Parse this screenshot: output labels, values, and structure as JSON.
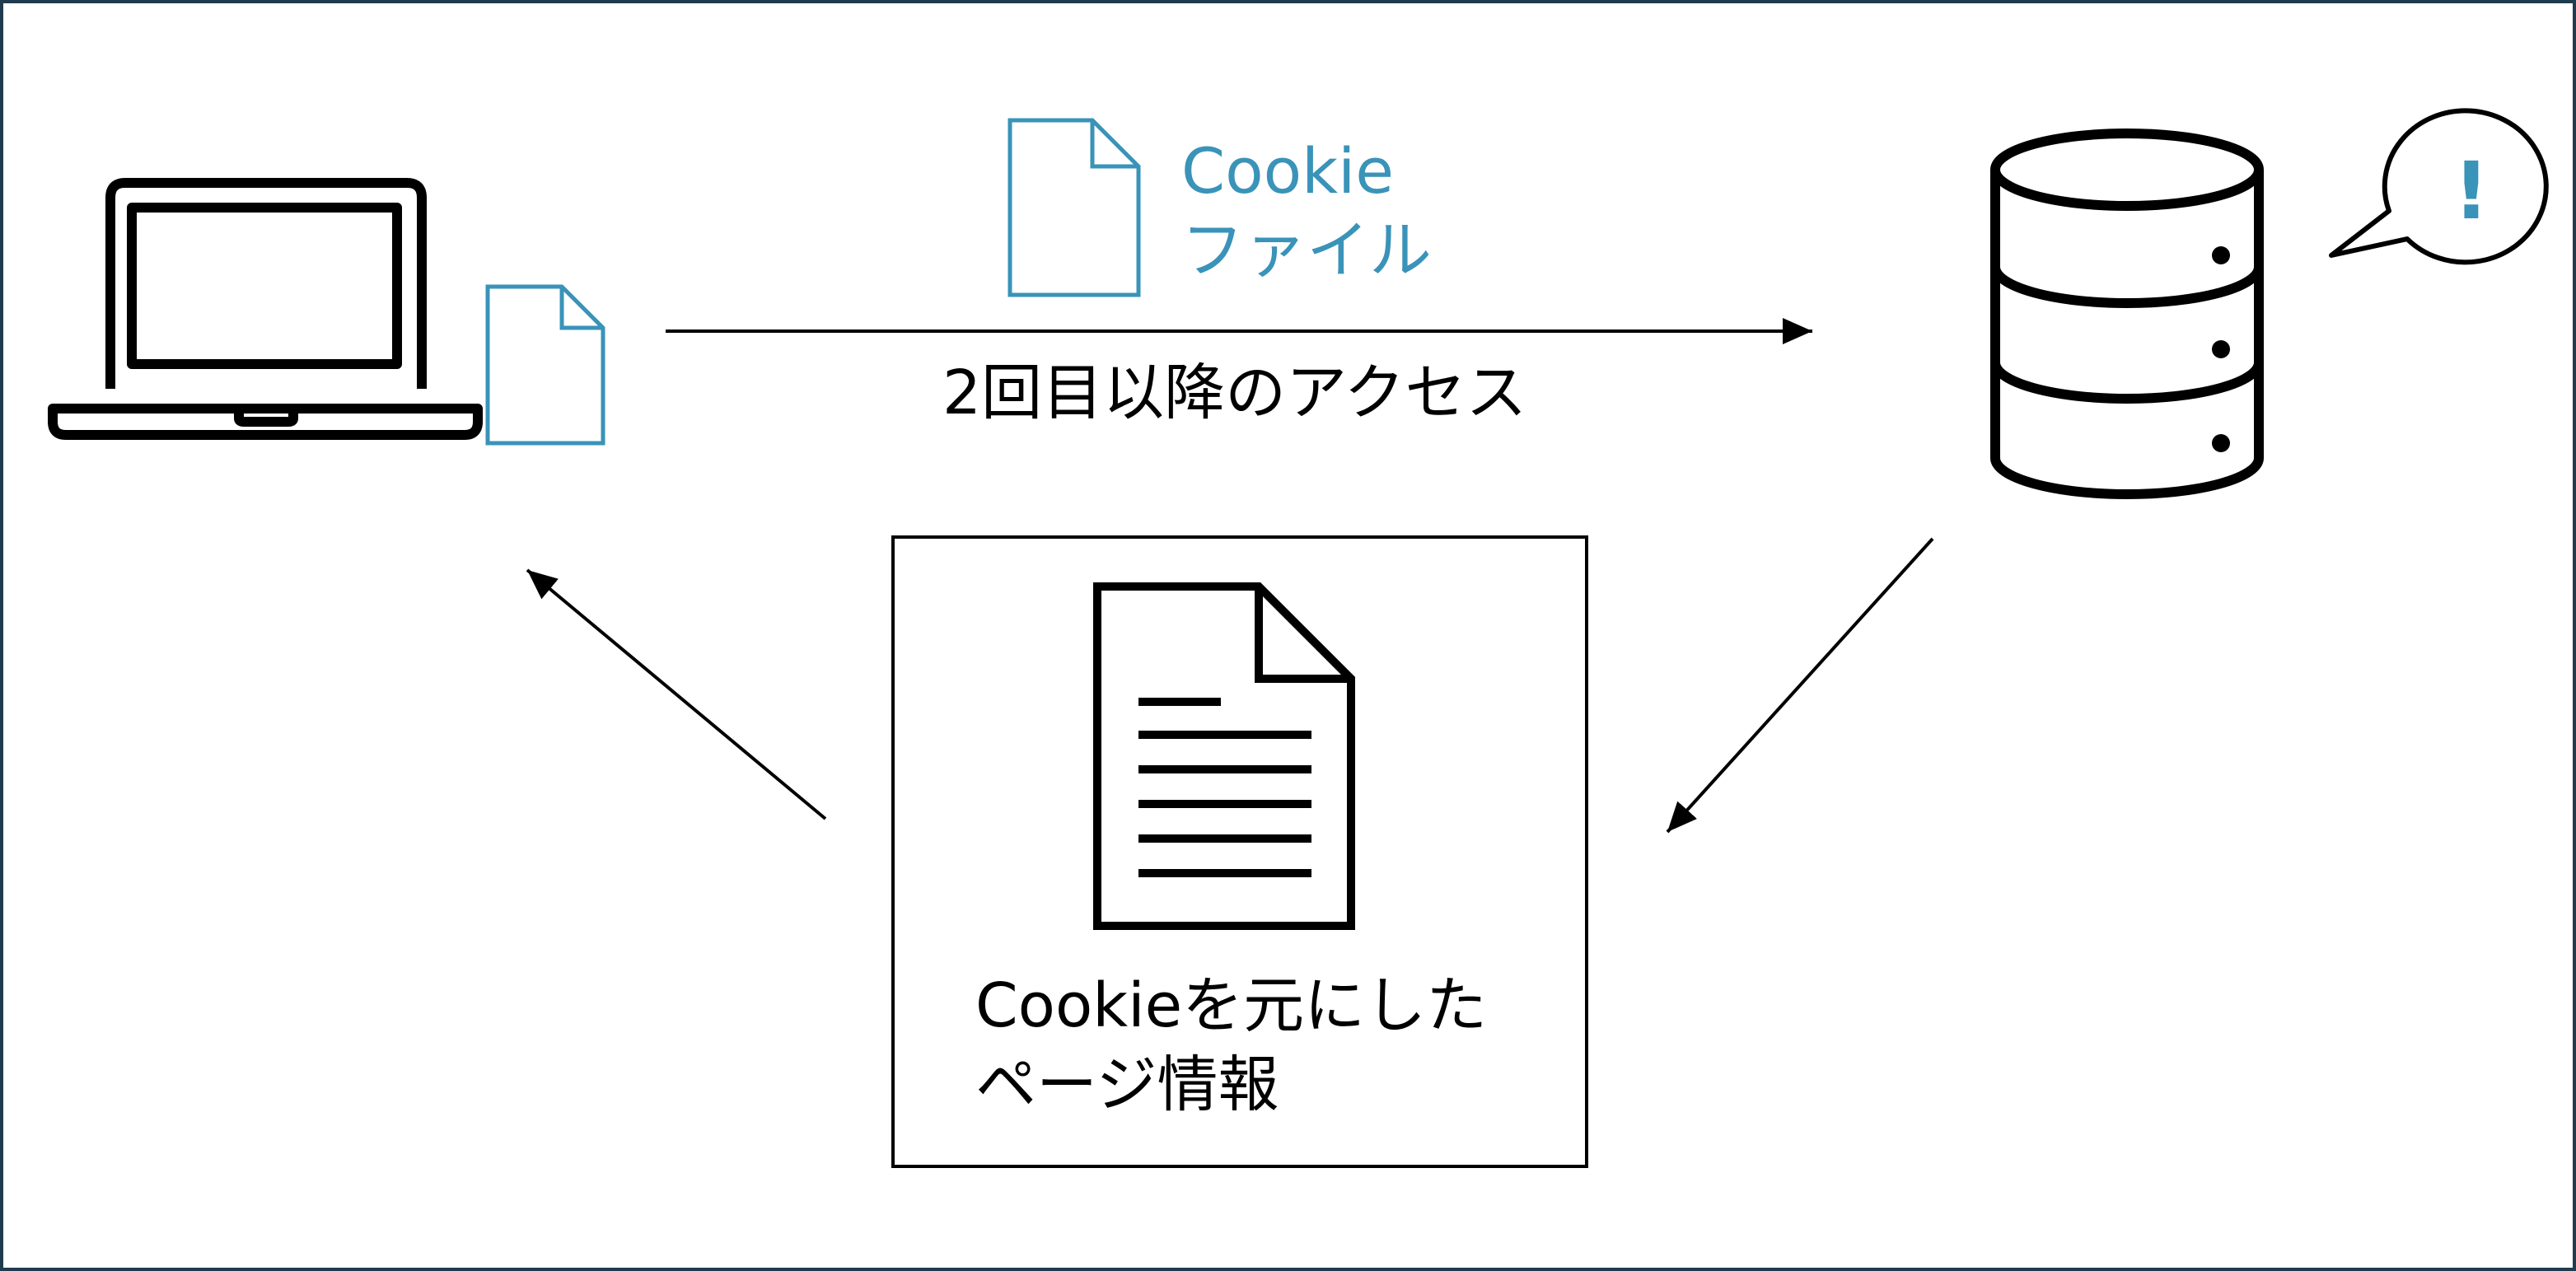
{
  "cookie_file_label": {
    "line1": "Cookie",
    "line2": "ファイル"
  },
  "access_label": "2回目以降のアクセス",
  "speech_bubble_text": "!",
  "page_info_label": {
    "line1": "Cookieを元にした",
    "line2": "ページ情報"
  },
  "colors": {
    "accent": "#3a93b8",
    "ink": "#000000",
    "frame": "#1f3b4d"
  }
}
